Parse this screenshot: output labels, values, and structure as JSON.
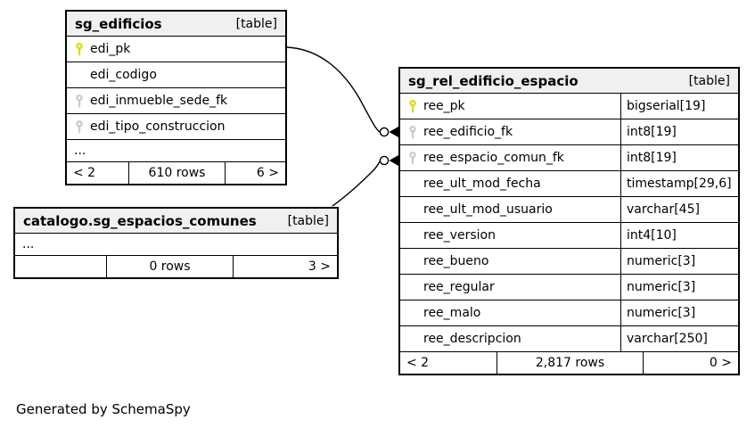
{
  "footer_note": "Generated by SchemaSpy",
  "tables": {
    "sg_edificios": {
      "title": "sg_edificios",
      "badge": "[table]",
      "rows": [
        {
          "name": "edi_pk",
          "key": "primary"
        },
        {
          "name": "edi_codigo",
          "key": "none"
        },
        {
          "name": "edi_inmueble_sede_fk",
          "key": "foreign"
        },
        {
          "name": "edi_tipo_construccion",
          "key": "foreign"
        }
      ],
      "ellipsis": "...",
      "footer": {
        "left": "< 2",
        "center": "610 rows",
        "right": "6 >"
      }
    },
    "catalogo_sg_espacios_comunes": {
      "title": "catalogo.sg_espacios_comunes",
      "badge": "[table]",
      "ellipsis": "...",
      "footer": {
        "left": "",
        "center": "0 rows",
        "right": "3 >"
      }
    },
    "sg_rel_edificio_espacio": {
      "title": "sg_rel_edificio_espacio",
      "badge": "[table]",
      "rows": [
        {
          "name": "ree_pk",
          "type": "bigserial[19]",
          "key": "primary"
        },
        {
          "name": "ree_edificio_fk",
          "type": "int8[19]",
          "key": "foreign"
        },
        {
          "name": "ree_espacio_comun_fk",
          "type": "int8[19]",
          "key": "foreign"
        },
        {
          "name": "ree_ult_mod_fecha",
          "type": "timestamp[29,6]",
          "key": "none"
        },
        {
          "name": "ree_ult_mod_usuario",
          "type": "varchar[45]",
          "key": "none"
        },
        {
          "name": "ree_version",
          "type": "int4[10]",
          "key": "none"
        },
        {
          "name": "ree_bueno",
          "type": "numeric[3]",
          "key": "none"
        },
        {
          "name": "ree_regular",
          "type": "numeric[3]",
          "key": "none"
        },
        {
          "name": "ree_malo",
          "type": "numeric[3]",
          "key": "none"
        },
        {
          "name": "ree_descripcion",
          "type": "varchar[250]",
          "key": "none"
        }
      ],
      "footer": {
        "left": "< 2",
        "center": "2,817 rows",
        "right": "0 >"
      }
    }
  },
  "relationships": [
    {
      "from": "sg_edificios.edi_pk",
      "to": "sg_rel_edificio_espacio.ree_edificio_fk"
    },
    {
      "from": "catalogo.sg_espacios_comunes",
      "to": "sg_rel_edificio_espacio.ree_espacio_comun_fk"
    }
  ],
  "colors": {
    "primary_key_icon": "#dbdb00",
    "foreign_key_icon": "#c9c9c9",
    "header_bg": "#f0f0f0",
    "border": "#000000"
  }
}
